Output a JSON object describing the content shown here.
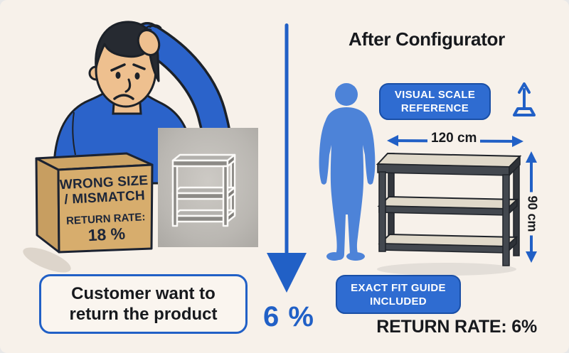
{
  "scene": {
    "background_color": "#f7f1ea",
    "accent_blue": "#2160c6",
    "badge_blue": "#2f6cd1",
    "silhouette_blue": "#4d83d8",
    "sweater_blue": "#2b63ca",
    "box_tan": "#d7ad6d",
    "text_dark": "#17191d"
  },
  "left": {
    "illustration": "confused-man-scratching-head-behind-cardboard-box",
    "photo": "grayscale-shelf-product-photo",
    "box_label": {
      "line1": "WRONG SIZE",
      "line2": "/ MISMATCH",
      "line3": "RETURN RATE:",
      "line4": "18 %"
    },
    "caption": {
      "line1": "Customer want to",
      "line2": "return the product"
    }
  },
  "middle": {
    "arrow": "down-arrow",
    "drop_value": "6 %"
  },
  "right": {
    "title": "After Configurator",
    "scale_badge": {
      "line1": "VISUAL SCALE",
      "line2": "REFERENCE"
    },
    "fit_badge": {
      "line1": "EXACT FIT GUIDE",
      "line2": "INCLUDED"
    },
    "width_label": "120 cm",
    "height_label": "90 cm",
    "return_rate": "RETURN RATE: 6%",
    "illustrations": {
      "person": "human-scale-silhouette",
      "shelf": "three-tier-console-shelf",
      "measure_icon": "height-measure-icon"
    }
  }
}
